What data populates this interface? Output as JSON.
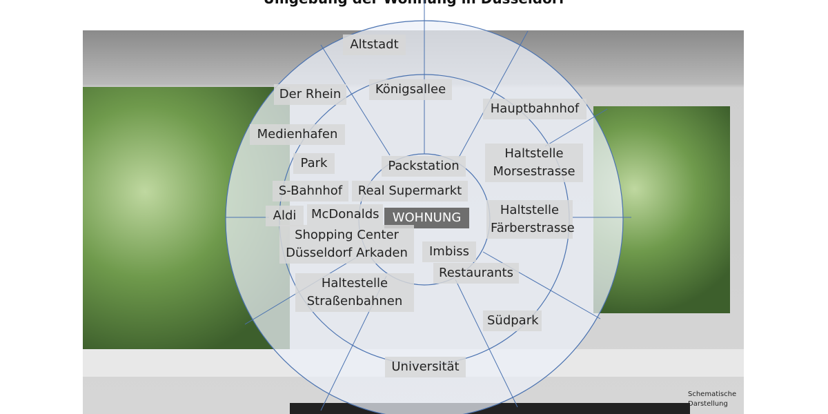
{
  "title": "Umgebung der Wohnung in Düsseldorf",
  "center": "WOHNUNG",
  "labels": {
    "altstadt": "Altstadt",
    "koenigsallee": "Königsallee",
    "rhein": "Der Rhein",
    "hbf": "Hauptbahnhof",
    "medienhafen": "Medienhafen",
    "packstation": "Packstation",
    "morse1": "Haltstelle",
    "morse2": "Morsestrasse",
    "park": "Park",
    "sbahn": "S-Bahnhof",
    "real": "Real Supermarkt",
    "aldi": "Aldi",
    "mcd": "McDonalds",
    "faerber1": "Haltstelle",
    "faerber2": "Färberstrasse",
    "shop1": "Shopping Center",
    "shop2": "Düsseldorf Arkaden",
    "imbiss": "Imbiss",
    "restaurants": "Restaurants",
    "tram1": "Haltestelle",
    "tram2": "Straßenbahnen",
    "suedpark": "Südpark",
    "uni": "Universität"
  },
  "note": [
    "Schematische",
    "Darstellung"
  ],
  "colors": {
    "line": "#4a72b0",
    "center_box": "#6e6e6e"
  }
}
